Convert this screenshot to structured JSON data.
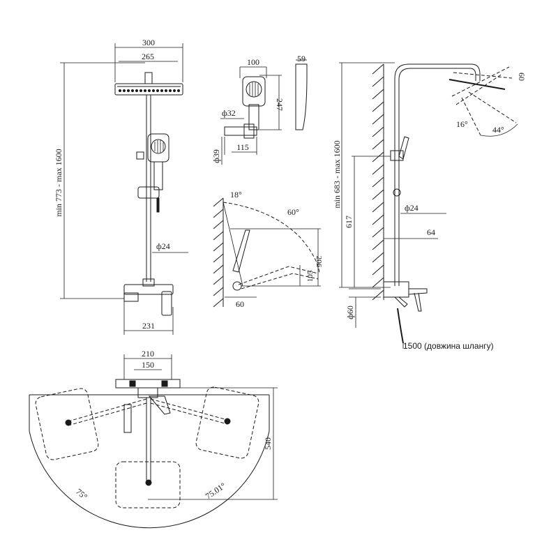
{
  "front_view": {
    "head_width": "300",
    "head_inner": "265",
    "height_range": "min 773 - max 1600",
    "pipe_dia": "ф24",
    "mixer_width": "231"
  },
  "hand_shower": {
    "width": "100",
    "depth": "59",
    "length": "247",
    "holder_dia": "ф32",
    "holder_len": "115",
    "holder_base_dia": "ф39"
  },
  "tilt_view": {
    "angle_top": "18°",
    "angle_side": "60°",
    "height_a": "206",
    "height_b": "105",
    "offset": "60"
  },
  "side_view": {
    "height_range": "min 683 - max 1600",
    "height_617": "617",
    "pipe_dia": "ф24",
    "offset": "64",
    "base_dia": "ф60",
    "angle_head": "60",
    "angle_a": "16°",
    "angle_b": "44°",
    "hose_note": "1500 (довжина шлангу)"
  },
  "top_view": {
    "width_outer": "210",
    "width_inner": "150",
    "depth": "540",
    "angle_left": "75°",
    "angle_right": "75.01°"
  }
}
